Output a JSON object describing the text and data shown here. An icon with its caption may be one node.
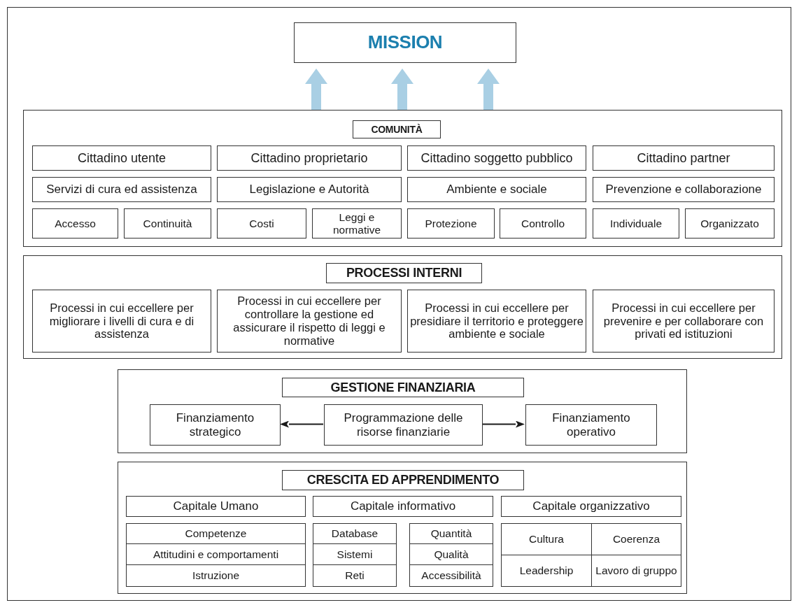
{
  "diagram": {
    "nodes": [
      {
        "text": [
          "MISSION"
        ]
      },
      {
        "text": [
          "COMUNITÀ"
        ]
      },
      {
        "text": [
          "Cittadino utente"
        ],
        "in": 1
      },
      {
        "text": [
          "Cittadino proprietario"
        ],
        "in": 1
      },
      {
        "text": [
          "Cittadino soggetto pubblico"
        ],
        "in": 1
      },
      {
        "text": [
          "Cittadino partner"
        ],
        "in": 1
      },
      {
        "text": [
          "Servizi di cura ed assistenza"
        ],
        "in": 1
      },
      {
        "text": [
          "Legislazione e Autorità"
        ],
        "in": 1
      },
      {
        "text": [
          "Ambiente e sociale"
        ],
        "in": 1
      },
      {
        "text": [
          "Prevenzione e collaborazione"
        ],
        "in": 1
      },
      {
        "text": [
          "Accesso"
        ],
        "in": 1
      },
      {
        "text": [
          "Continuità"
        ],
        "in": 1
      },
      {
        "text": [
          "Costi"
        ],
        "in": 1
      },
      {
        "text": [
          "Leggi e normative"
        ],
        "in": 1
      },
      {
        "text": [
          "Protezione"
        ],
        "in": 1
      },
      {
        "text": [
          "Controllo"
        ],
        "in": 1
      },
      {
        "text": [
          "Individuale"
        ],
        "in": 1
      },
      {
        "text": [
          "Organizzato"
        ],
        "in": 1
      },
      {
        "text": [
          "PROCESSI INTERNI"
        ]
      },
      {
        "text": [
          "Processi in cui eccellere per migliorare i livelli di cura e di assistenza"
        ],
        "in": 18
      },
      {
        "text": [
          "Processi in cui eccellere per controllare la gestione ed assicurare il rispetto di leggi e normative"
        ],
        "in": 18
      },
      {
        "text": [
          "Processi in cui eccellere per presidiare il territorio e proteggere ambiente e sociale"
        ],
        "in": 18
      },
      {
        "text": [
          "Processi in cui eccellere per prevenire e per collaborare con privati ed istituzioni"
        ],
        "in": 18
      },
      {
        "text": [
          "GESTIONE FINANZIARIA"
        ]
      },
      {
        "text": [
          "Finanziamento strategico"
        ],
        "in": 23
      },
      {
        "text": [
          "Programmazione delle risorse finanziarie"
        ],
        "in": 23
      },
      {
        "text": [
          "Finanziamento operativo"
        ],
        "in": 23
      },
      {
        "text": [
          "CRESCITA ED APPRENDIMENTO"
        ]
      },
      {
        "text": [
          "Capitale Umano"
        ],
        "in": 27
      },
      {
        "text": [
          "Capitale informativo"
        ],
        "in": 27
      },
      {
        "text": [
          "Capitale organizzativo"
        ],
        "in": 27
      },
      {
        "text": [
          "Competenze"
        ],
        "in": 27
      },
      {
        "text": [
          "Attitudini e comportamenti"
        ],
        "in": 27
      },
      {
        "text": [
          "Istruzione"
        ],
        "in": 27
      },
      {
        "text": [
          "Database"
        ],
        "in": 27
      },
      {
        "text": [
          "Sistemi"
        ],
        "in": 27
      },
      {
        "text": [
          "Reti"
        ],
        "in": 27
      },
      {
        "text": [
          "Quantità"
        ],
        "in": 27
      },
      {
        "text": [
          "Qualità"
        ],
        "in": 27
      },
      {
        "text": [
          "Accessibilità"
        ],
        "in": 27
      },
      {
        "text": [
          "Cultura"
        ],
        "in": 27
      },
      {
        "text": [
          "Coerenza"
        ],
        "in": 27
      },
      {
        "text": [
          "Leadership"
        ],
        "in": 27
      },
      {
        "text": [
          "Lavoro di gruppo"
        ],
        "in": 27
      }
    ],
    "edges": [
      {
        "from": 1,
        "to": 0,
        "arrow": "to"
      },
      {
        "from": 1,
        "to": 0,
        "arrow": "to"
      },
      {
        "from": 1,
        "to": 0,
        "arrow": "to"
      },
      {
        "from": 25,
        "to": 24,
        "arrow": "to",
        "color": "#1a1a1a"
      },
      {
        "from": 25,
        "to": 26,
        "arrow": "to",
        "color": "#1a1a1a"
      }
    ]
  }
}
